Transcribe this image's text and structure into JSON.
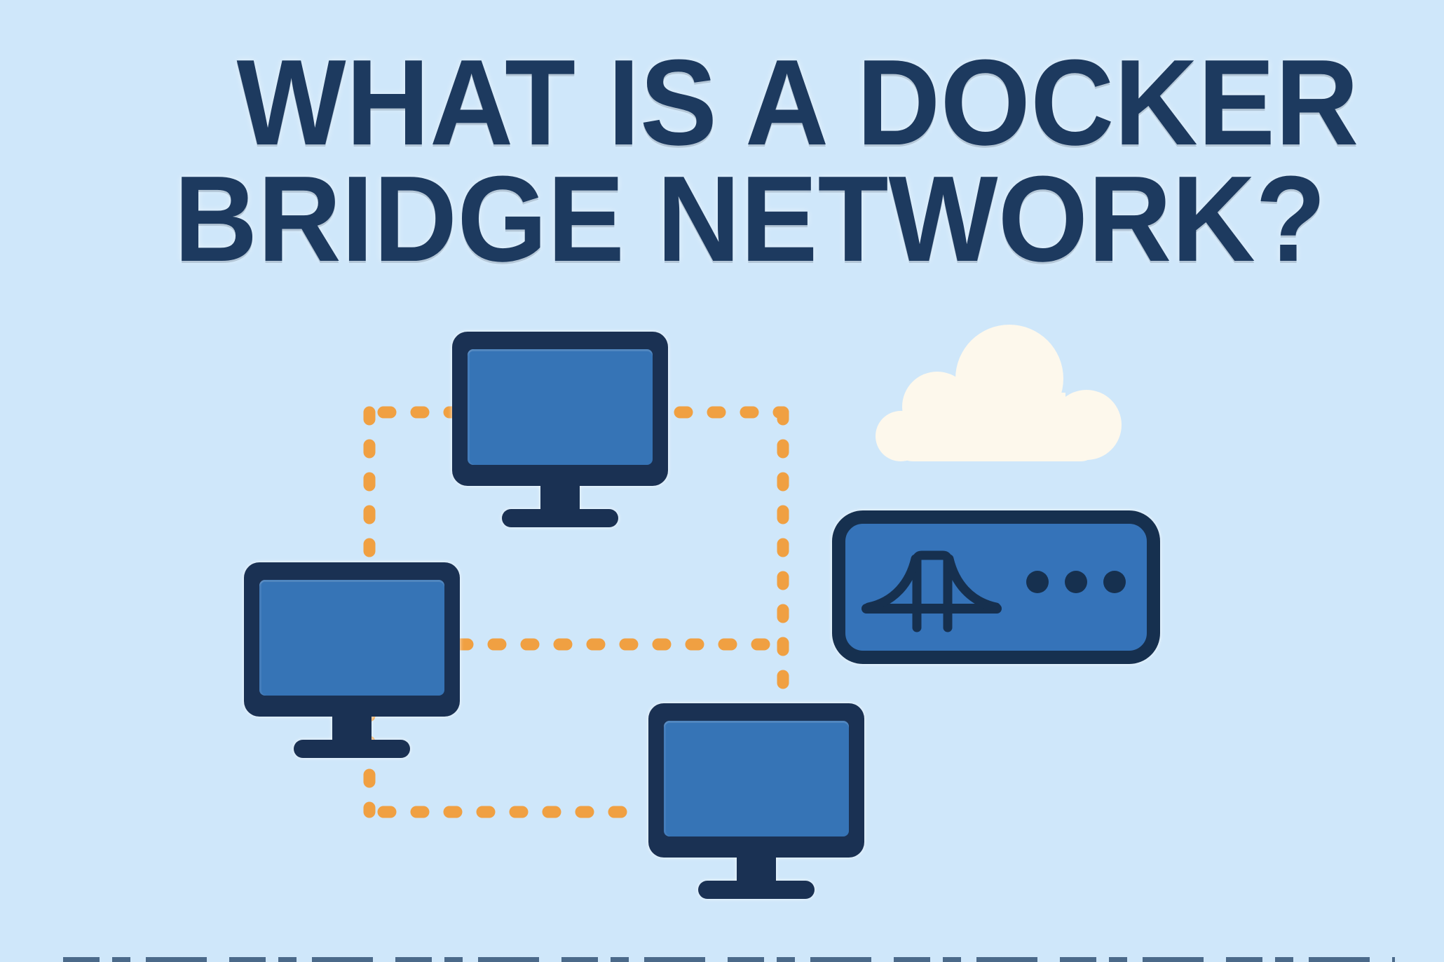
{
  "title": {
    "line1": "WHAT IS A DOCKER",
    "line2": "BRIDGE NETWORK?"
  },
  "colors": {
    "background": "#cfe7fa",
    "title_navy": "#1d3a5f",
    "monitor_frame_navy": "#1a3153",
    "screen_blue": "#3674b6",
    "dash_orange": "#f0a042",
    "bridge_box_fill": "#3573b9",
    "bridge_box_border": "#16304f",
    "cloud_cream": "#fdf8ec"
  },
  "diagram": {
    "nodes": [
      {
        "id": "monitor-top",
        "type": "computer-monitor"
      },
      {
        "id": "monitor-left",
        "type": "computer-monitor"
      },
      {
        "id": "monitor-bottom",
        "type": "computer-monitor"
      },
      {
        "id": "bridge-box",
        "type": "docker-bridge-network-device",
        "icons": [
          "suspension-bridge-icon",
          "ellipsis-dots-icon"
        ]
      },
      {
        "id": "cloud",
        "type": "cloud"
      }
    ],
    "connection_style": "dashed-orange-right-angle-lines"
  }
}
